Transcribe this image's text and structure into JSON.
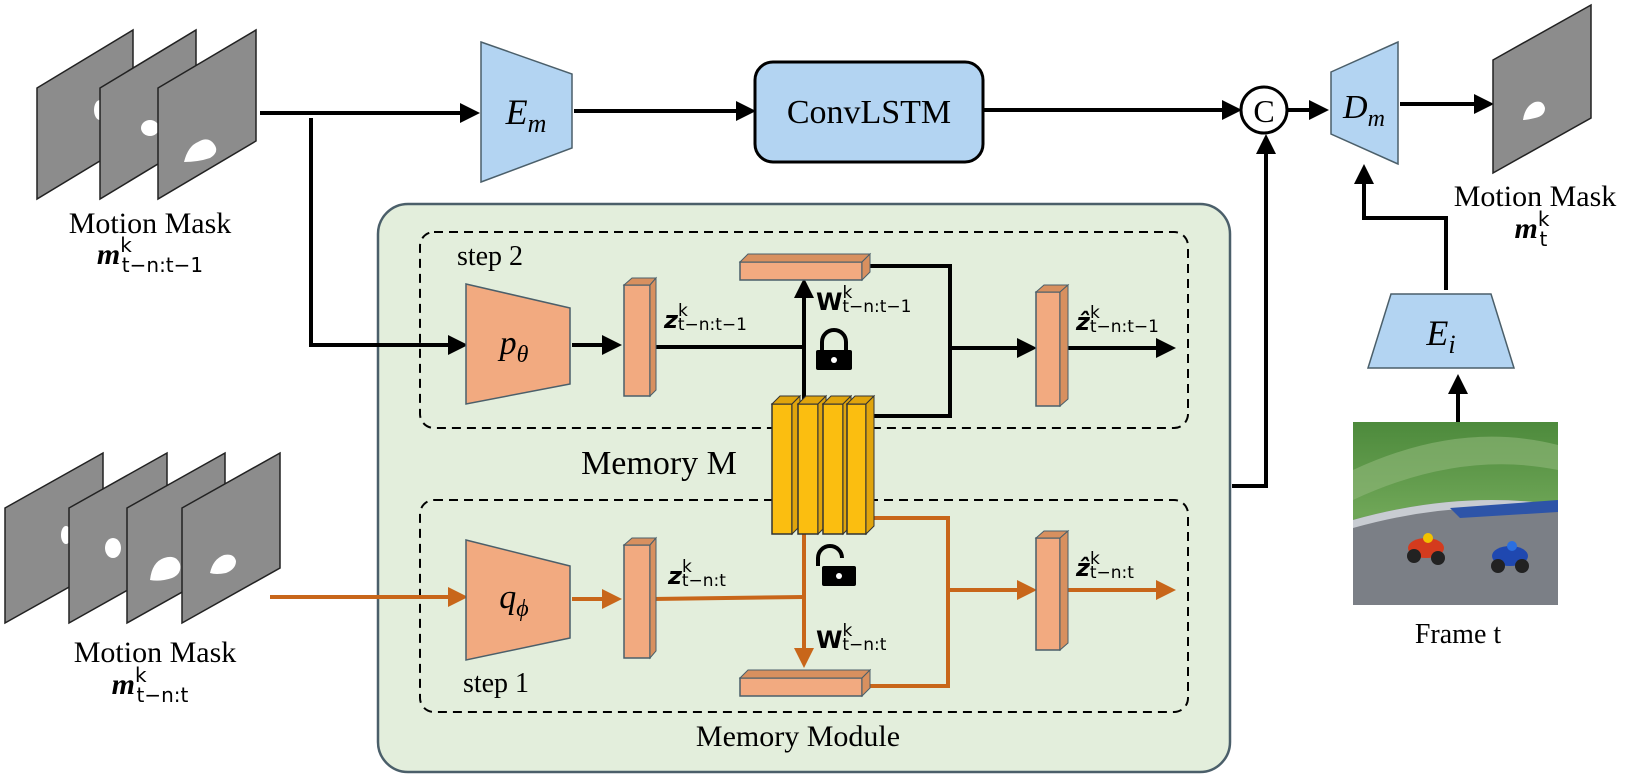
{
  "colors": {
    "black": "#000000",
    "orange_path": "#c8661a",
    "blue_fill": "#b3d4f2",
    "salmon_fill": "#f2aa80",
    "salmon_dark": "#d8905f",
    "green_fill": "#e3eedc",
    "yellow_fill": "#fbbe10",
    "gray_frame": "#8c8c8c",
    "module_border": "#4b5f6a"
  },
  "top_input": {
    "label": "Motion Mask",
    "symbol": "m",
    "sup": "k",
    "sub": "t−n:t−1"
  },
  "bottom_input": {
    "label": "Motion Mask",
    "symbol": "m",
    "sup": "k",
    "sub": "t−n:t"
  },
  "output": {
    "label": "Motion Mask",
    "symbol": "m",
    "sup": "k",
    "sub": "t"
  },
  "encoder_motion": {
    "symbol": "E",
    "sub": "m"
  },
  "convlstm": {
    "label": "ConvLSTM"
  },
  "concat": {
    "symbol": "C"
  },
  "decoder": {
    "symbol": "D",
    "sub": "m"
  },
  "image_encoder": {
    "symbol": "E",
    "sub": "i"
  },
  "frame": {
    "label": "Frame t",
    "image_desc": "motorcycle-race-photo"
  },
  "memory_module": {
    "title": "Memory Module",
    "memory_label": "Memory M",
    "step2": {
      "label": "step 2",
      "network_symbol": "p",
      "network_sub": "θ",
      "z_symbol": "z",
      "z_sup": "k",
      "z_sub": "t−n:t−1",
      "w_symbol": "W",
      "w_sup": "k",
      "w_sub": "t−n:t−1",
      "zhat_symbol": "ẑ",
      "zhat_sup": "k",
      "zhat_sub": "t−n:t−1",
      "lock": "locked"
    },
    "step1": {
      "label": "step 1",
      "network_symbol": "q",
      "network_sub": "ϕ",
      "z_symbol": "z",
      "z_sup": "k",
      "z_sub": "t−n:t",
      "w_symbol": "W",
      "w_sup": "k",
      "w_sub": "t−n:t",
      "zhat_symbol": "ẑ",
      "zhat_sup": "k",
      "zhat_sub": "t−n:t",
      "lock": "unlocked"
    }
  }
}
